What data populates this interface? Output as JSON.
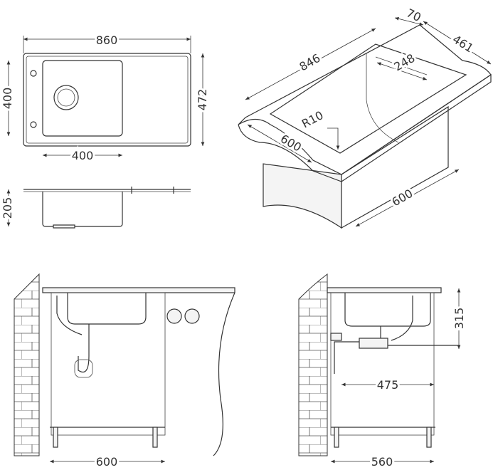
{
  "top_view": {
    "width": "860",
    "depth_left": "400",
    "depth_right": "472",
    "bowl_width": "400"
  },
  "side_view": {
    "height": "205"
  },
  "iso_view": {
    "edge": "70",
    "depth": "461",
    "length": "846",
    "drainer": "248",
    "radius": "R10",
    "front": "600",
    "cabinet": "600"
  },
  "front_install": {
    "cabinet_width": "600"
  },
  "side_install": {
    "height": "315",
    "offset": "475",
    "cabinet_depth": "560"
  }
}
